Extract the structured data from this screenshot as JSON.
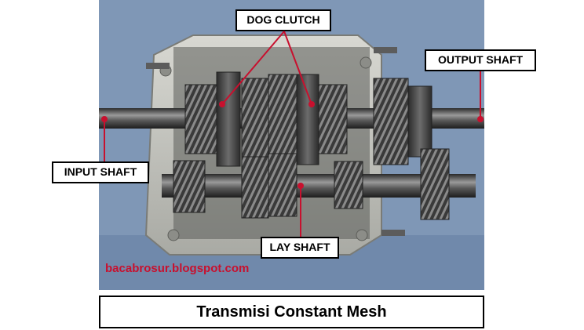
{
  "labels": {
    "dog_clutch": "DOG CLUTCH",
    "output_shaft": "OUTPUT SHAFT",
    "input_shaft": "INPUT SHAFT",
    "lay_shaft": "LAY SHAFT"
  },
  "watermark": "bacabrosur.blogspot.com",
  "caption": "Transmisi Constant Mesh",
  "colors": {
    "leader": "#c8102e",
    "watermark": "#c8102e",
    "photo_background": "#7f97b6"
  }
}
